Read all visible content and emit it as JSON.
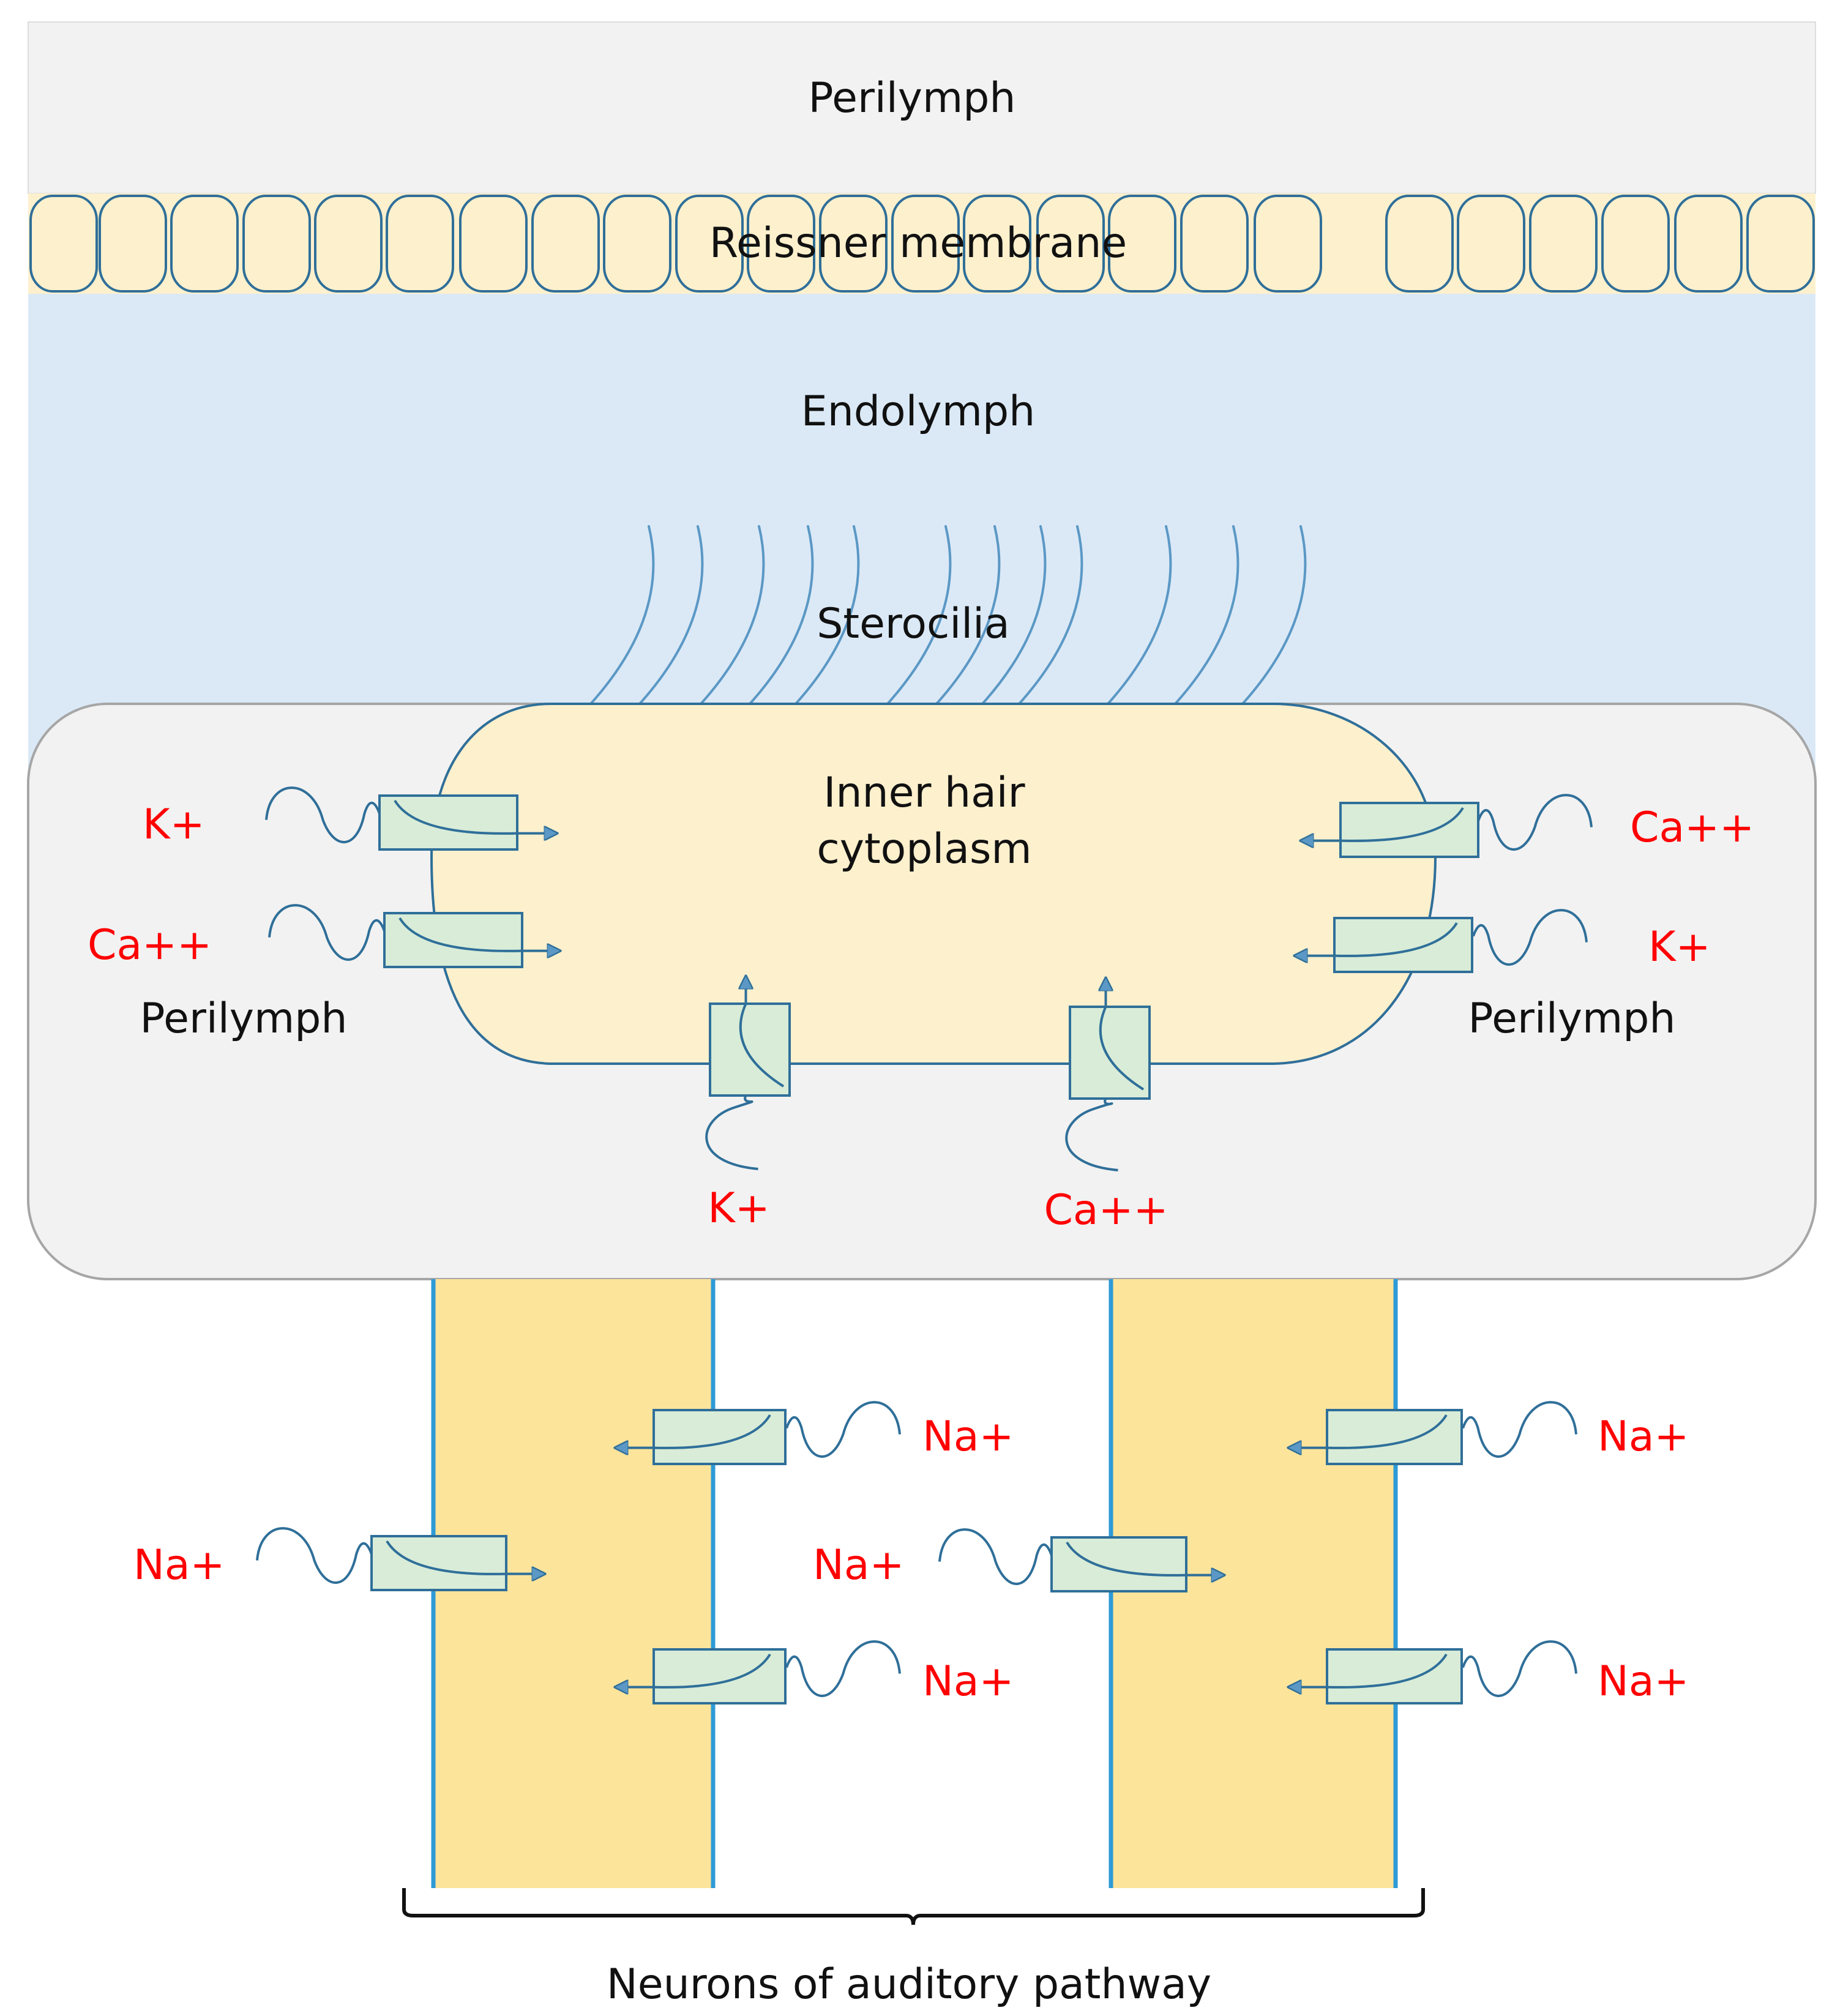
{
  "labels": {
    "perilymph_top": "Perilymph",
    "reissner": "Reissner membrane",
    "endolymph": "Endolymph",
    "stereocilia": "Sterocilia",
    "cytoplasm_line1": "Inner hair",
    "cytoplasm_line2": "cytoplasm",
    "perilymph_left": "Perilymph",
    "perilymph_right": "Perilymph",
    "neurons": "Neurons of auditory pathway"
  },
  "ions": {
    "hair_left_1": "K+",
    "hair_left_2": "Ca++",
    "hair_right_1": "Ca++",
    "hair_right_2": "K+",
    "hair_bottom_1": "K+",
    "hair_bottom_2": "Ca++",
    "neuron1_in": "Na+",
    "neuron1_out_1": "Na+",
    "neuron1_out_2": "Na+",
    "neuron2_in": "Na+",
    "neuron2_out_1": "Na+",
    "neuron2_out_2": "Na+"
  },
  "colors": {
    "perilymph_fill": "#f2f2f2",
    "endolymph_fill": "#dbe9f6",
    "membrane_fill": "#fdf0cd",
    "cytoplasm_fill": "#fdf0cd",
    "neuron_fill": "#fde49b",
    "neuron_border": "#2e9bd6",
    "channel_fill": "#d8ecd8",
    "outline": "#2f6f99",
    "ion_text": "#ff0000"
  }
}
